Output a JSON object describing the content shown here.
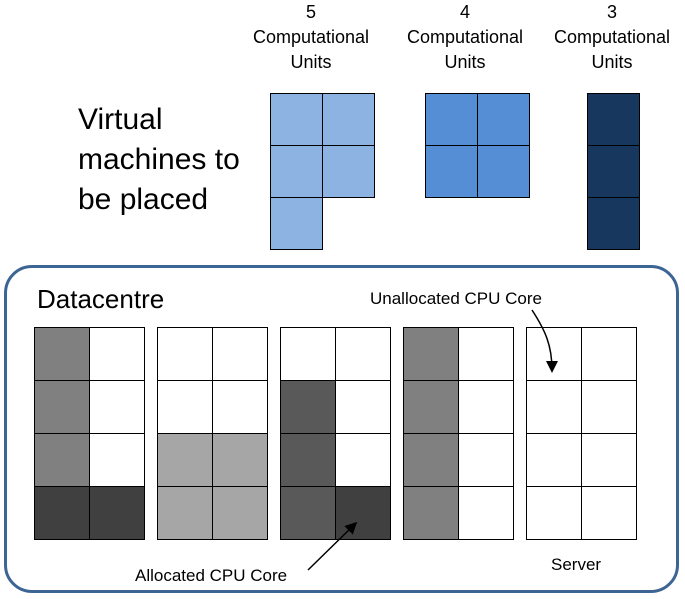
{
  "title": [
    "Virtual",
    "machines to",
    "be placed"
  ],
  "vms": [
    {
      "units_count": "5",
      "units_label": [
        "Computational",
        "Units"
      ],
      "color": "#8db3e2",
      "cells": 5
    },
    {
      "units_count": "4",
      "units_label": [
        "Computational",
        "Units"
      ],
      "color": "#558ed5",
      "cells": 4
    },
    {
      "units_count": "3",
      "units_label": [
        "Computational",
        "Units"
      ],
      "color": "#17375e",
      "cells": 3
    }
  ],
  "datacentre": {
    "title": "Datacentre",
    "unallocated_label": "Unallocated CPU Core",
    "allocated_label": "Allocated CPU Core",
    "server_label": "Server",
    "servers": [
      [
        [
          "#808080",
          "#ffffff"
        ],
        [
          "#808080",
          "#ffffff"
        ],
        [
          "#808080",
          "#ffffff"
        ],
        [
          "#404040",
          "#404040"
        ]
      ],
      [
        [
          "#ffffff",
          "#ffffff"
        ],
        [
          "#ffffff",
          "#ffffff"
        ],
        [
          "#a6a6a6",
          "#a6a6a6"
        ],
        [
          "#a6a6a6",
          "#a6a6a6"
        ]
      ],
      [
        [
          "#ffffff",
          "#ffffff"
        ],
        [
          "#595959",
          "#ffffff"
        ],
        [
          "#595959",
          "#ffffff"
        ],
        [
          "#595959",
          "#404040"
        ]
      ],
      [
        [
          "#808080",
          "#ffffff"
        ],
        [
          "#808080",
          "#ffffff"
        ],
        [
          "#808080",
          "#ffffff"
        ],
        [
          "#808080",
          "#ffffff"
        ]
      ],
      [
        [
          "#ffffff",
          "#ffffff"
        ],
        [
          "#ffffff",
          "#ffffff"
        ],
        [
          "#ffffff",
          "#ffffff"
        ],
        [
          "#ffffff",
          "#ffffff"
        ]
      ]
    ]
  }
}
